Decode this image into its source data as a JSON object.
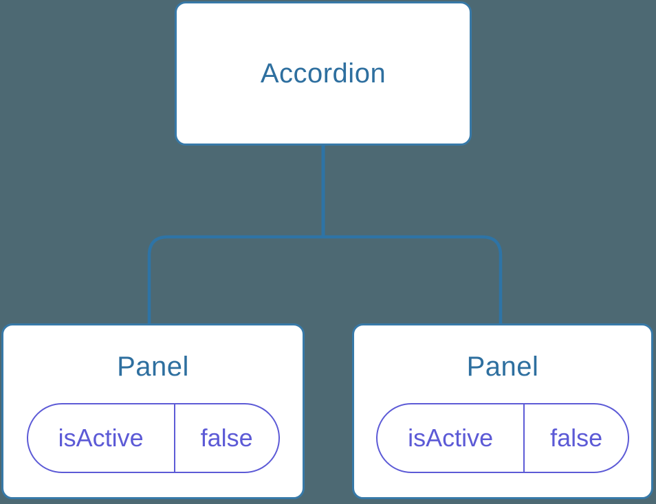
{
  "diagram": {
    "description": "component-tree",
    "root": {
      "label": "Accordion"
    },
    "children": [
      {
        "label": "Panel",
        "state": {
          "key": "isActive",
          "value": "false"
        }
      },
      {
        "label": "Panel",
        "state": {
          "key": "isActive",
          "value": "false"
        }
      }
    ],
    "colors": {
      "background": "#4d6973",
      "node_fill": "#ffffff",
      "node_border": "#3779a8",
      "connector_line": "#2e74a6",
      "node_title_text": "#2e6f9f",
      "state_accent": "#5c5ad6"
    }
  }
}
